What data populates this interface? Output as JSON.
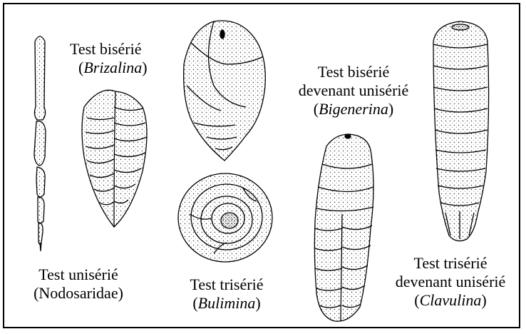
{
  "labels": {
    "uniserie": {
      "line1": "Test unisérié",
      "line2": "(Nodosaridae)"
    },
    "biserie": {
      "line1": "Test bisérié",
      "genus": "Brizalina"
    },
    "triserie": {
      "line1": "Test trisérié",
      "genus": "Bulimina"
    },
    "biserie_uniserie": {
      "line1": "Test bisérié",
      "line2": "devenant unisérié",
      "genus": "Bigenerina"
    },
    "triserie_uniserie": {
      "line1": "Test trisérié",
      "line2": "devenant unisérié",
      "genus": "Clavulina"
    }
  }
}
